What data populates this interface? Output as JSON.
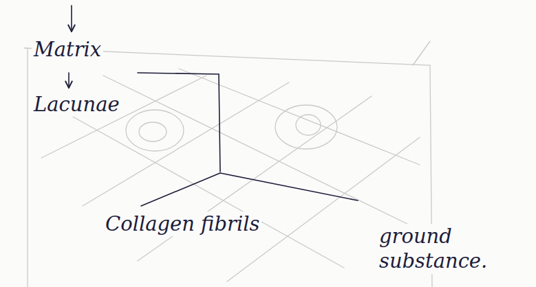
{
  "diagram": {
    "labels": [
      "Matrix",
      "Lacunae",
      "Collagen fibrils",
      "ground substance."
    ]
  }
}
